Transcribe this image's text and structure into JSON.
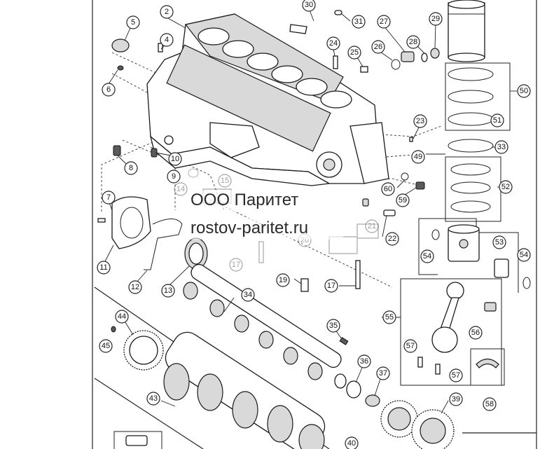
{
  "watermark": {
    "company": "ООО Паритет",
    "website": "rostov-paritet.ru"
  },
  "callouts": {
    "c2": "2",
    "c4": "4",
    "c5": "5",
    "c6": "6",
    "c7": "7",
    "c8": "8",
    "c9": "9",
    "c10": "10",
    "c11": "11",
    "c12": "12",
    "c13": "13",
    "c14": "14",
    "c15": "15",
    "c17a": "17",
    "c17b": "17",
    "c19": "19",
    "c20": "20",
    "c21": "21",
    "c22": "22",
    "c23": "23",
    "c24": "24",
    "c25": "25",
    "c26": "26",
    "c27": "27",
    "c28": "28",
    "c29": "29",
    "c30": "30",
    "c31": "31",
    "c33": "33",
    "c34": "34",
    "c35": "35",
    "c36": "36",
    "c37": "37",
    "c39": "39",
    "c40": "40",
    "c43": "43",
    "c44": "44",
    "c45": "45",
    "c49": "49",
    "c50": "50",
    "c51": "51",
    "c52": "52",
    "c53": "53",
    "c54a": "54",
    "c54b": "54",
    "c55": "55",
    "c56": "56",
    "c57a": "57",
    "c57b": "57",
    "c58": "58",
    "c59": "59",
    "c60": "60"
  }
}
